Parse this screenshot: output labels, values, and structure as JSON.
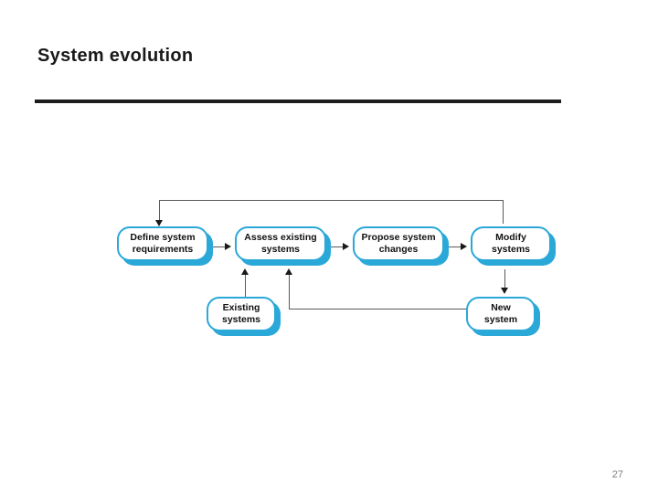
{
  "slide": {
    "title": "System evolution",
    "page_number": "27"
  },
  "diagram": {
    "type": "flowchart",
    "node_border_color": "#2aa8d8",
    "node_shadow_color": "#2aa8d8",
    "connector_color": "#595959",
    "nodes": [
      {
        "id": "define",
        "label": "Define system\nrequirements",
        "line1": "Define system",
        "line2": "requirements"
      },
      {
        "id": "assess",
        "label": "Assess existing\nsystems",
        "line1": "Assess existing",
        "line2": "systems"
      },
      {
        "id": "propose",
        "label": "Propose system\nchanges",
        "line1": "Propose system",
        "line2": "changes"
      },
      {
        "id": "modify",
        "label": "Modify\nsystems",
        "line1": "Modify",
        "line2": "systems"
      },
      {
        "id": "existing",
        "label": "Existing\nsystems",
        "line1": "Existing",
        "line2": "systems"
      },
      {
        "id": "new",
        "label": "New\nsystem",
        "line1": "New",
        "line2": "system"
      }
    ],
    "edges": [
      {
        "from": "define",
        "to": "assess"
      },
      {
        "from": "assess",
        "to": "propose"
      },
      {
        "from": "propose",
        "to": "modify"
      },
      {
        "from": "modify",
        "to": "new"
      },
      {
        "from": "existing",
        "to": "assess"
      },
      {
        "from": "existing",
        "to": "propose"
      },
      {
        "from": "new",
        "to": "propose"
      },
      {
        "from": "modify",
        "to": "define"
      }
    ]
  }
}
